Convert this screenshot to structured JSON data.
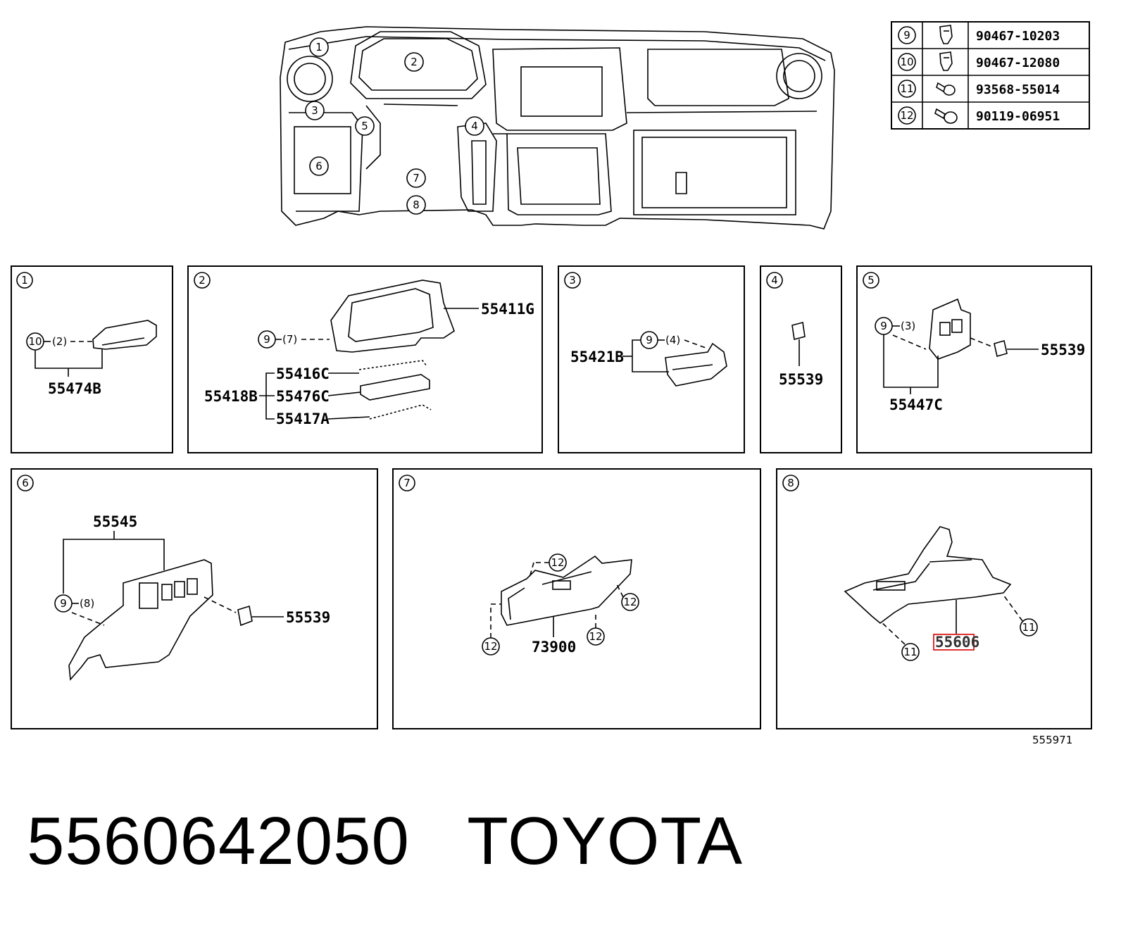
{
  "overview": {
    "callouts": [
      "1",
      "2",
      "3",
      "4",
      "5",
      "6",
      "7",
      "8"
    ]
  },
  "legend": {
    "rows": [
      {
        "index": "9",
        "part_no": "90467-10203",
        "icon": "clip-icon"
      },
      {
        "index": "10",
        "part_no": "90467-12080",
        "icon": "clip-icon"
      },
      {
        "index": "11",
        "part_no": "93568-55014",
        "icon": "screw-icon"
      },
      {
        "index": "12",
        "part_no": "90119-06951",
        "icon": "bolt-icon"
      }
    ]
  },
  "panels": {
    "p1": {
      "num": "1",
      "c1": "10",
      "q1": "(2)",
      "part": "55474B"
    },
    "p2": {
      "num": "2",
      "c1": "9",
      "q1": "(7)",
      "main": "55411G",
      "group": "55418B",
      "sub1": "55416C",
      "sub2": "55476C",
      "sub3": "55417A"
    },
    "p3": {
      "num": "3",
      "c1": "9",
      "q1": "(4)",
      "part": "55421B"
    },
    "p4": {
      "num": "4",
      "part": "55539"
    },
    "p5": {
      "num": "5",
      "c1": "9",
      "q1": "(3)",
      "part": "55539",
      "group": "55447C"
    },
    "p6": {
      "num": "6",
      "group": "55545",
      "c1": "9",
      "q1": "(8)",
      "part": "55539"
    },
    "p7": {
      "num": "7",
      "c": "12",
      "part": "73900"
    },
    "p8": {
      "num": "8",
      "c": "11",
      "part": "55606"
    }
  },
  "ref_code": "555971",
  "footer": {
    "part_number": "5560642050",
    "brand": "TOYOTA"
  },
  "colors": {
    "highlight": "#e03030",
    "ink": "#000000",
    "background": "#ffffff"
  }
}
